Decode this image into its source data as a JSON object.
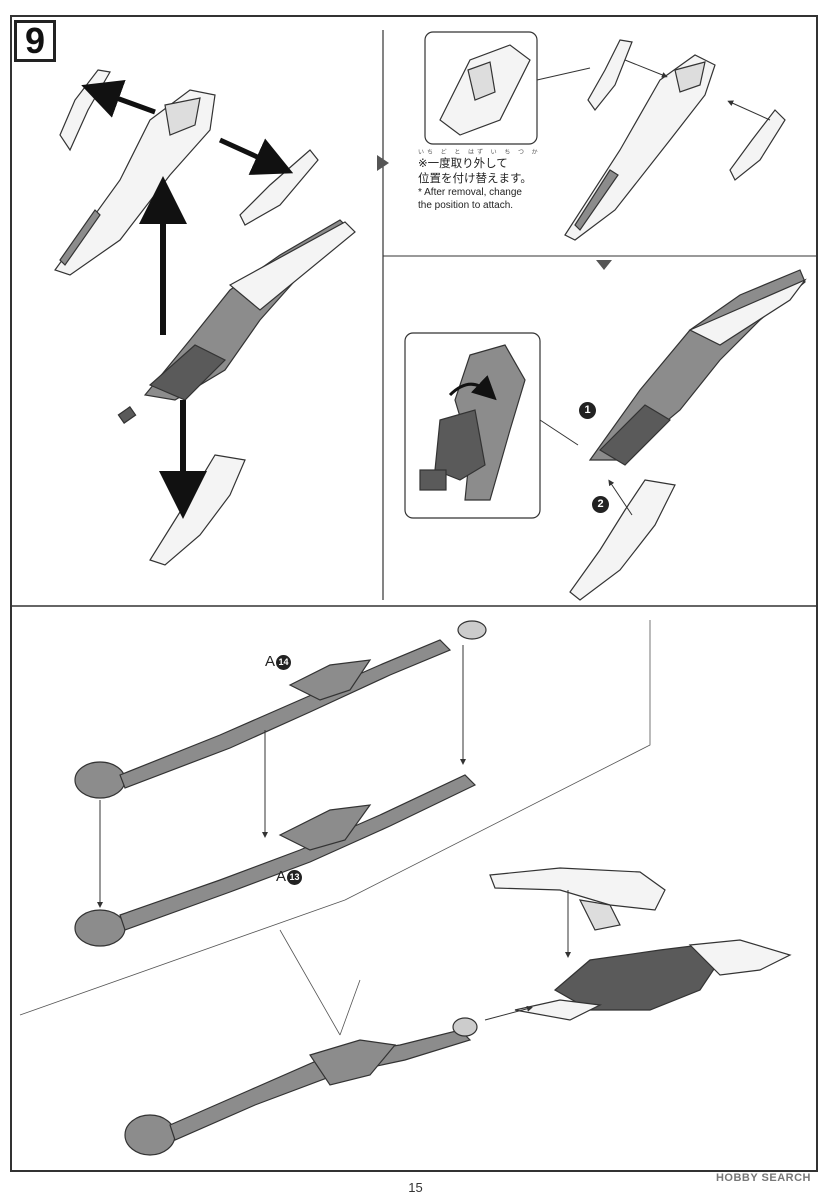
{
  "step": {
    "number": "9"
  },
  "note": {
    "ruby": "いち ど と はず   い ち つ か",
    "jp_line1": "※一度取り外して",
    "jp_line2": "位置を付け替えます。",
    "en_line1": "* After removal, change",
    "en_line2": "the position to attach."
  },
  "markers": {
    "first": "1",
    "second": "2"
  },
  "parts": {
    "upper_label_letter": "A",
    "upper_label_num": "14",
    "lower_label_letter": "A",
    "lower_label_num": "13"
  },
  "footer": {
    "page_number": "15",
    "watermark": "HOBBY SEARCH"
  },
  "colors": {
    "line": "#333333",
    "dark_part": "#5a5a5a",
    "mid_part": "#8c8c8c",
    "light_part": "#f4f4f4",
    "arrow": "#111111"
  }
}
